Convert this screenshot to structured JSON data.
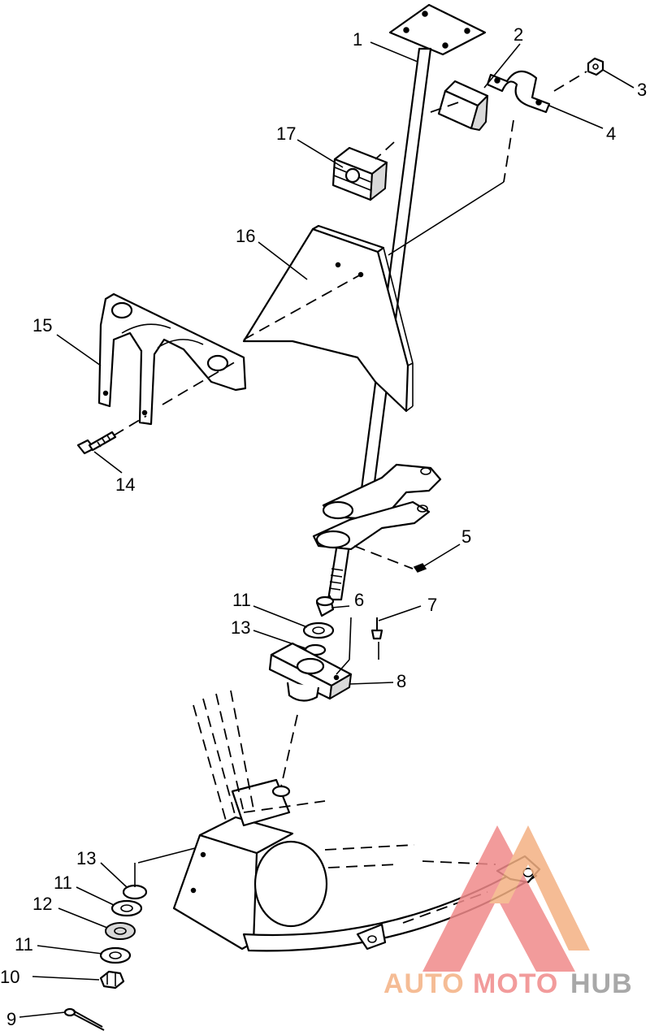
{
  "callouts": {
    "c1": "1",
    "c2": "2",
    "c3": "3",
    "c4": "4",
    "c5": "5",
    "c6": "6",
    "c7": "7",
    "c8": "8",
    "c9": "9",
    "c10": "10",
    "c11a": "11",
    "c11b": "11",
    "c11c": "11",
    "c12": "12",
    "c13a": "13",
    "c13b": "13",
    "c14": "14",
    "c15": "15",
    "c16": "16",
    "c17": "17"
  },
  "watermark": {
    "part1": "AUTO",
    "part2": "MOTO",
    "part3": "HUB",
    "color_a": "#f4b183",
    "color_b": "#f08a8a",
    "color_c": "#9a9a9a"
  }
}
